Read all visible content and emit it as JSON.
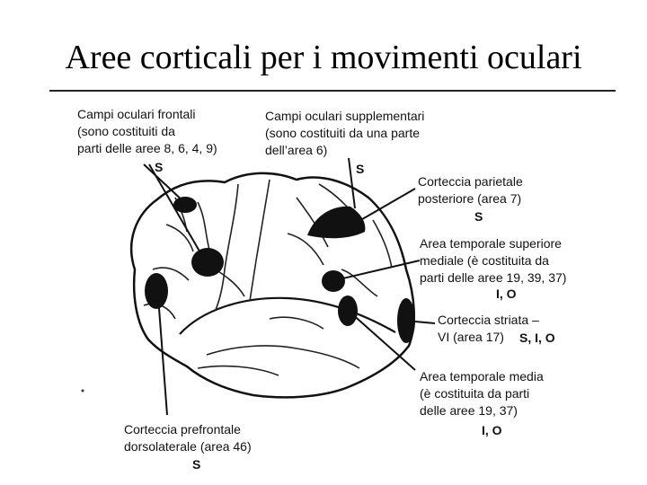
{
  "title": "Aree corticali per i movimenti oculari",
  "labels": {
    "fef": {
      "lines": [
        "Campi oculari frontali",
        "(sono costituiti da",
        "parti delle aree 8, 6, 4, 9)"
      ],
      "code": "S"
    },
    "sef": {
      "lines": [
        "Campi oculari supplementari",
        "(sono costituiti da una parte",
        "dell’area 6)"
      ],
      "code": "S"
    },
    "ppc": {
      "lines": [
        "Corteccia parietale",
        "posteriore (area 7)"
      ],
      "code": "S"
    },
    "mst": {
      "lines": [
        "Area temporale superiore",
        "mediale (è costituita da",
        "parti delle aree 19, 39, 37)"
      ],
      "code": "I, O"
    },
    "v1": {
      "lines": [
        "Corteccia striata –",
        "VI (area 17)"
      ],
      "code": "S, I, O"
    },
    "mt": {
      "lines": [
        "Area temporale media",
        "(è costituita da parti",
        "delle aree 19, 37)"
      ],
      "code": "I, O"
    },
    "dlpfc": {
      "lines": [
        "Corteccia prefrontale",
        "dorsolaterale (area 46)"
      ],
      "code": "S"
    }
  }
}
